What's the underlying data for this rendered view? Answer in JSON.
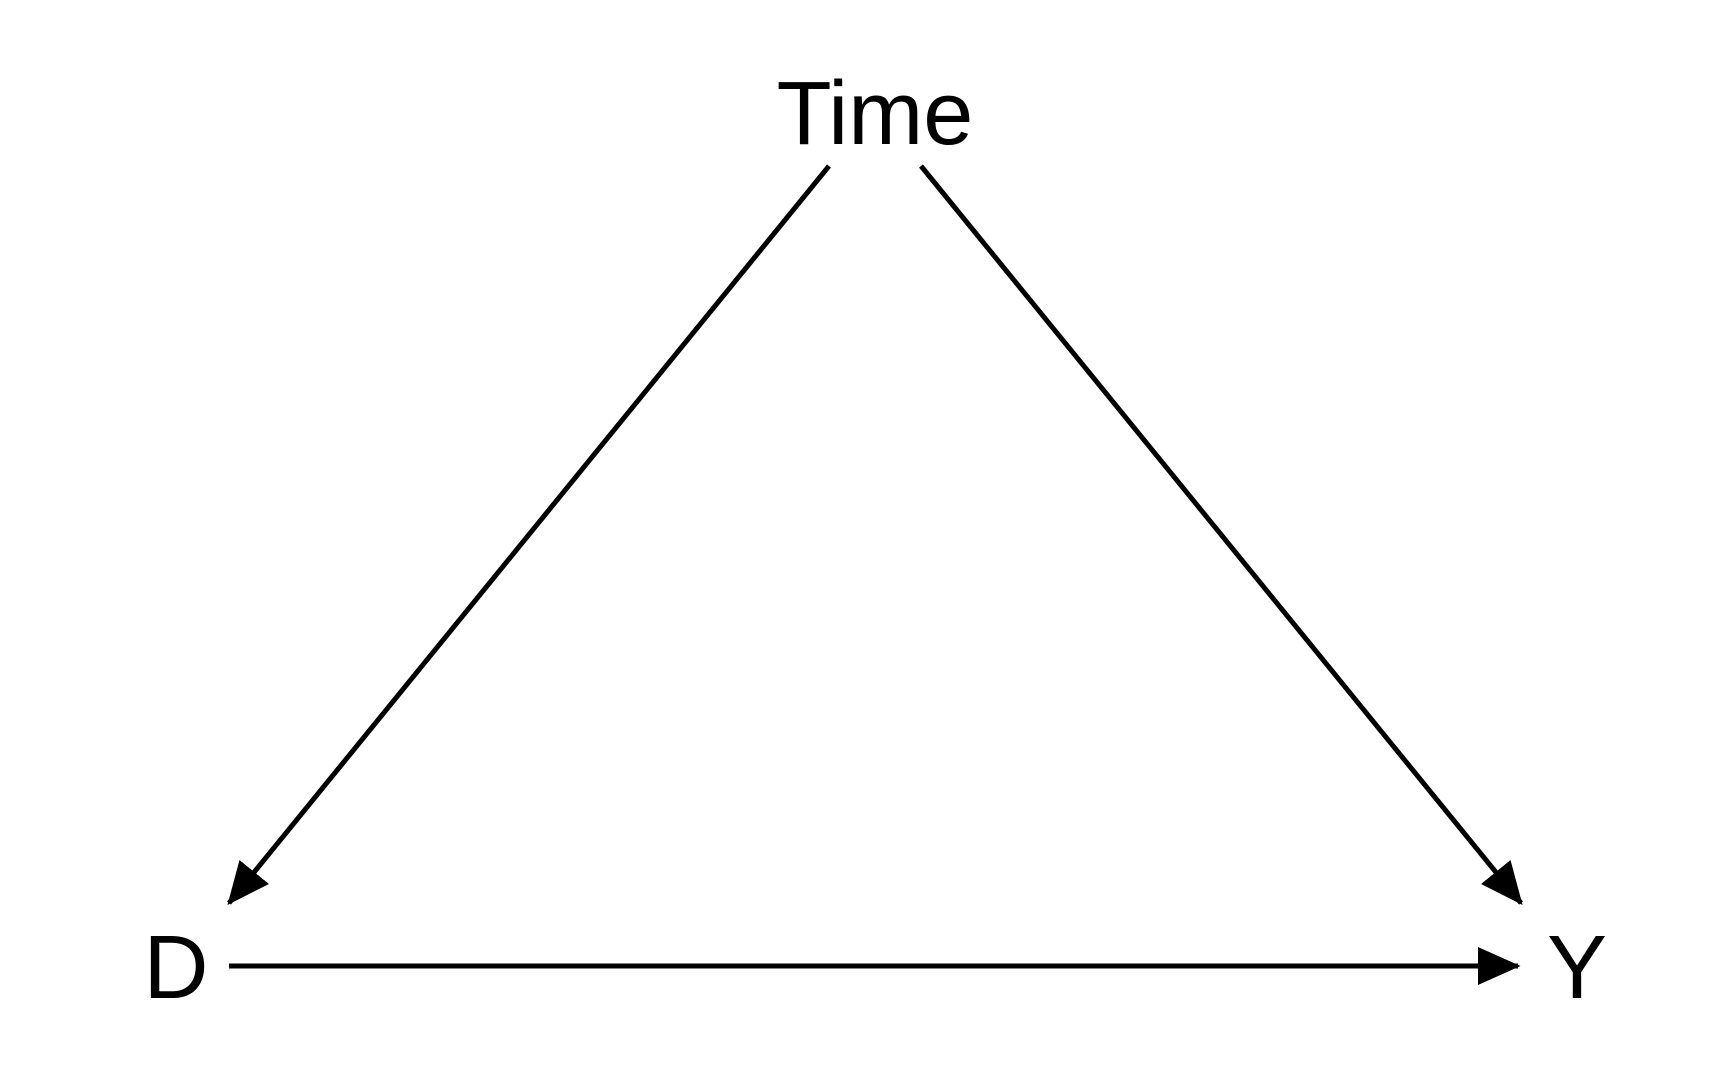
{
  "diagram": {
    "nodes": {
      "time": {
        "label": "Time"
      },
      "d": {
        "label": "D"
      },
      "y": {
        "label": "Y"
      }
    },
    "edges": [
      {
        "from": "Time",
        "to": "D"
      },
      {
        "from": "Time",
        "to": "Y"
      },
      {
        "from": "D",
        "to": "Y"
      }
    ],
    "colors": {
      "line": "#000000",
      "background": "#ffffff"
    }
  }
}
